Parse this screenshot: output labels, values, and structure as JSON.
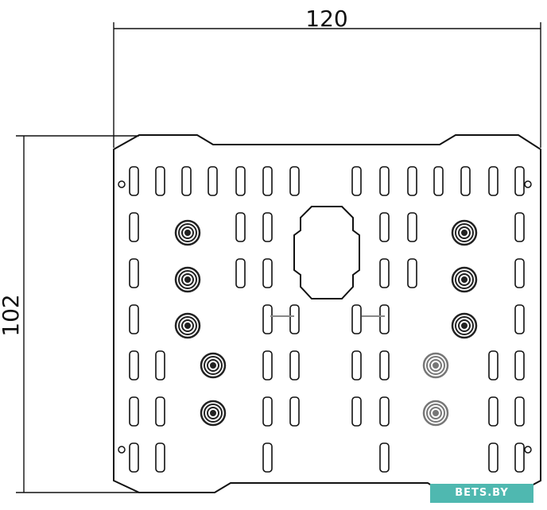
{
  "dimensions": {
    "width_label": "120",
    "height_label": "102"
  },
  "colors": {
    "outline": "#111111",
    "screw_dark": "#222222",
    "screw_light": "#777777",
    "watermark_bg": "#4fb8b0"
  },
  "watermark": {
    "text": "BETS.BY"
  }
}
